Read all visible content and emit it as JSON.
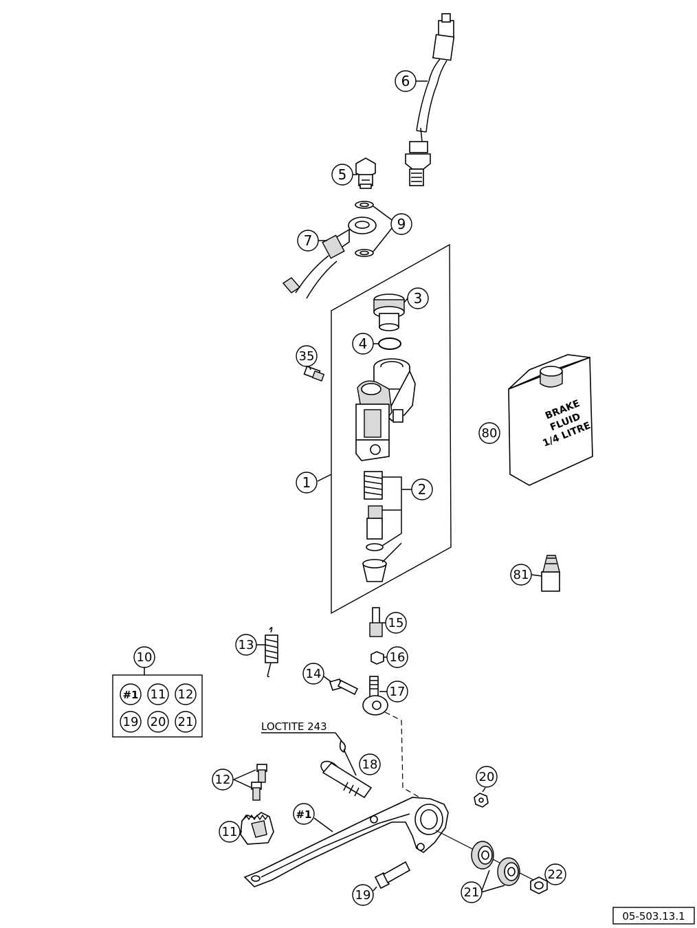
{
  "diagram_code": "05-503.13.1",
  "note_label": "LOCTITE 243",
  "bottle_label": [
    "BRAKE",
    "FLUID",
    "1/4 LITRE"
  ],
  "kit_box": {
    "title": "10",
    "items": [
      "#1",
      "11",
      "12",
      "19",
      "20",
      "21"
    ]
  },
  "callouts": {
    "c1": "1",
    "c2": "2",
    "c3": "3",
    "c4": "4",
    "c5": "5",
    "c6": "6",
    "c7": "7",
    "c9": "9",
    "c11": "11",
    "c12": "12",
    "c13": "13",
    "c14": "14",
    "c15": "15",
    "c16": "16",
    "c17": "17",
    "c18": "18",
    "c19": "19",
    "c20": "20",
    "c21": "21",
    "c22": "22",
    "c35": "35",
    "c80": "80",
    "c81": "81",
    "cpedal": "#1"
  }
}
